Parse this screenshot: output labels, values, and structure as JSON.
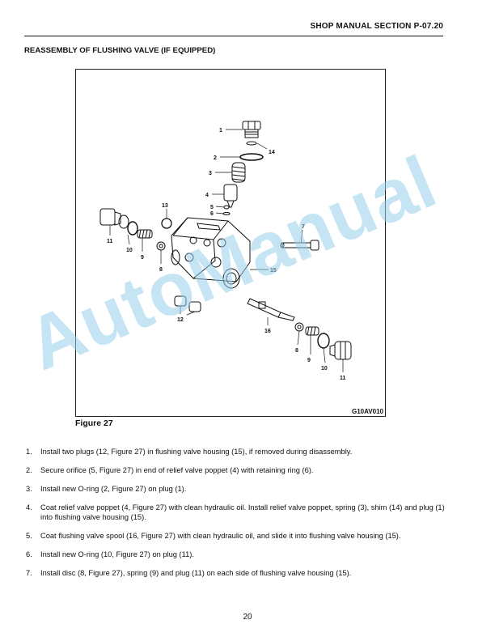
{
  "header": {
    "section": "SHOP MANUAL SECTION P-07.20"
  },
  "section_title": "REASSEMBLY OF FLUSHING VALVE (IF EQUIPPED)",
  "figure": {
    "code": "G10AV010",
    "caption": "Figure 27",
    "callouts": [
      "1",
      "14",
      "2",
      "3",
      "4",
      "5",
      "6",
      "13",
      "7",
      "11",
      "10",
      "9",
      "8",
      "15",
      "12",
      "16",
      "8",
      "9",
      "10",
      "11"
    ]
  },
  "steps": [
    {
      "number": "1.",
      "text": "Install two plugs (12, Figure 27) in flushing valve housing (15), if removed during disassembly."
    },
    {
      "number": "2.",
      "text": "Secure orifice (5, Figure 27) in end of relief valve poppet (4) with retaining ring (6)."
    },
    {
      "number": "3.",
      "text": "Install new O-ring (2, Figure 27) on plug (1)."
    },
    {
      "number": "4.",
      "text": "Coat relief valve poppet (4, Figure 27) with clean hydraulic oil. Install relief valve poppet, spring (3), shim (14) and plug (1) into flushing valve housing (15)."
    },
    {
      "number": "5.",
      "text": "Coat flushing valve spool (16, Figure 27) with clean hydraulic oil, and slide it into flushing valve housing (15)."
    },
    {
      "number": "6.",
      "text": "Install new O-ring (10, Figure 27) on plug (11)."
    },
    {
      "number": "7.",
      "text": "Install disc (8, Figure 27), spring (9) and plug (11) on each side of flushing valve housing (15)."
    }
  ],
  "page_number": "20",
  "watermark": "AutoManual"
}
